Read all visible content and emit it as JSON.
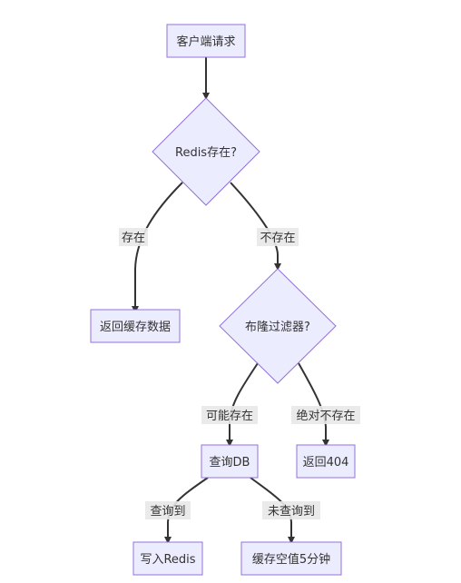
{
  "nodes": {
    "client_request": "客户端请求",
    "redis_exists": "Redis存在?",
    "return_cache": "返回缓存数据",
    "bloom_filter": "布隆过滤器?",
    "query_db": "查询DB",
    "return_404": "返回404",
    "write_redis": "写入Redis",
    "cache_null": "缓存空值5分钟"
  },
  "edges": {
    "exists": "存在",
    "not_exists": "不存在",
    "maybe_exists": "可能存在",
    "definitely_not": "绝对不存在",
    "found": "查询到",
    "not_found": "未查询到"
  },
  "colors": {
    "node_fill": "#ECECFF",
    "node_stroke": "#9370DB",
    "edge_stroke": "#333333",
    "label_bg": "#e8e8e8"
  }
}
